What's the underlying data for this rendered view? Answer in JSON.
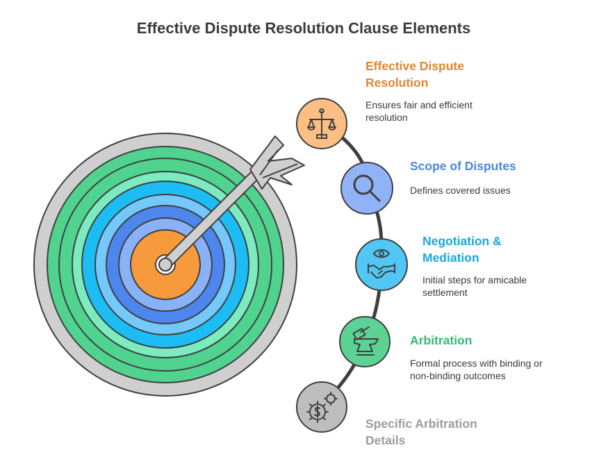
{
  "title": "Effective Dispute Resolution Clause Elements",
  "steps": [
    {
      "title_lines": [
        "Effective Dispute",
        "Resolution"
      ],
      "desc_lines": [
        "Ensures fair and efficient",
        "resolution"
      ],
      "color": "#e08632",
      "fill": "#fbbf86",
      "icon": "scales-icon"
    },
    {
      "title_lines": [
        "Scope of Disputes"
      ],
      "desc_lines": [
        "Defines covered issues"
      ],
      "color": "#4b86e0",
      "fill": "#8fb3f6",
      "icon": "magnifier-icon"
    },
    {
      "title_lines": [
        "Negotiation &",
        "Mediation"
      ],
      "desc_lines": [
        "Initial steps for amicable",
        "settlement"
      ],
      "color": "#1aa6de",
      "fill": "#52c6f4",
      "icon": "handshake-eye-icon"
    },
    {
      "title_lines": [
        "Arbitration"
      ],
      "desc_lines": [
        "Formal process with binding or",
        "non-binding outcomes"
      ],
      "color": "#2cbc73",
      "fill": "#5cd394",
      "icon": "gavel-icon"
    },
    {
      "title_lines": [
        "Specific Arbitration",
        "Details"
      ],
      "desc_lines": [],
      "color": "#9c9c9c",
      "fill": "#bdbdbd",
      "icon": "gears-icon"
    }
  ],
  "target": {
    "ring_colors": [
      "#cfcfcf",
      "#4fd38e",
      "#7cebc0",
      "#1cbcf5",
      "#74c8fb",
      "#4d86ed",
      "#8ab2f8",
      "#f79a3c"
    ],
    "arrow_color": "#cfcfcf",
    "stroke_color": "#3f3f3f"
  }
}
